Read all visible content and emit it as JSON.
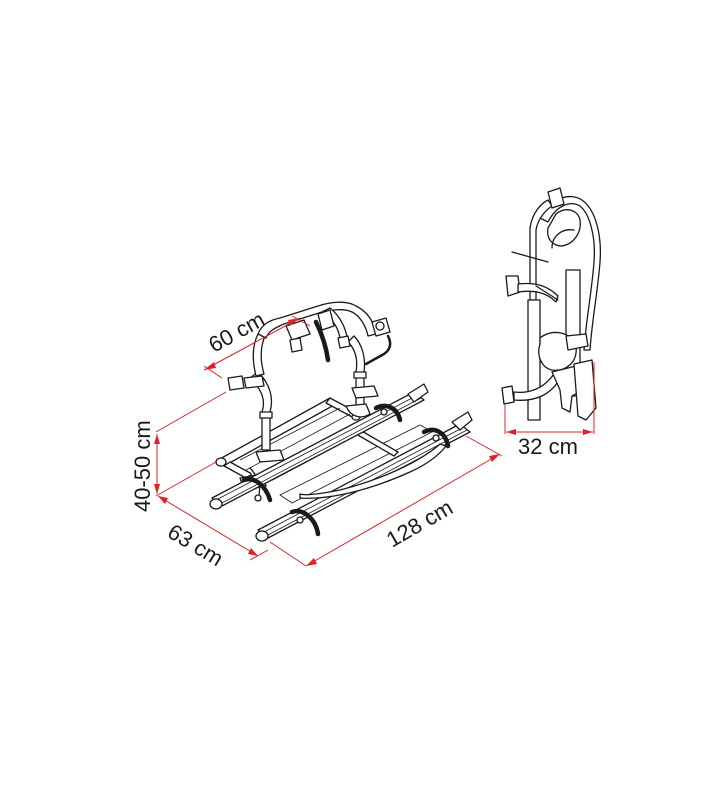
{
  "diagram": {
    "subject": "bike-carrier-rack",
    "colors": {
      "dimension_line": "#e0202a",
      "line_art": "#1a1a1a",
      "background": "#ffffff"
    },
    "front_view": {
      "dimensions": {
        "top_width": "60 cm",
        "height": "40-50 cm",
        "depth": "63 cm",
        "length": "128 cm"
      }
    },
    "side_view": {
      "dimensions": {
        "depth": "32 cm"
      }
    }
  }
}
